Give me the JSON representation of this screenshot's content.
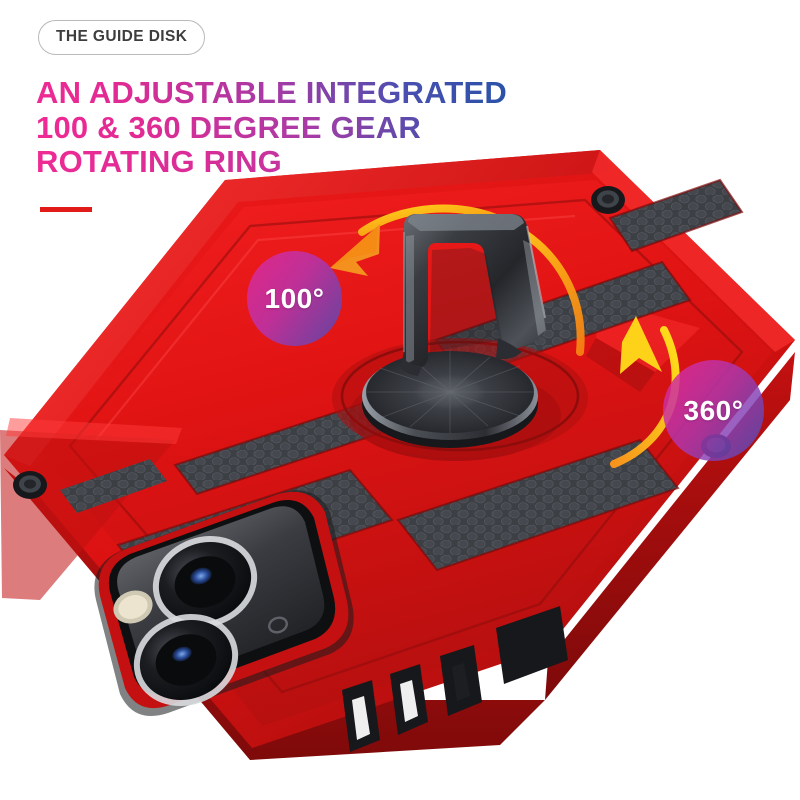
{
  "header": {
    "tag_label": "THE GUIDE DISK",
    "headline_line1": "AN ADJUSTABLE INTEGRATED",
    "headline_line2": "100 & 360 DEGREE GEAR",
    "headline_line3": "ROTATING RING"
  },
  "callouts": [
    {
      "id": "badge-100",
      "label": "100°"
    },
    {
      "id": "badge-360",
      "label": "360°"
    }
  ],
  "product": {
    "name": "phone-case-with-ring-holder",
    "case_color": "#dd1414",
    "ring_color": "#3a3d42"
  },
  "colors": {
    "background": "#ffffff",
    "tag_border": "#b9b9b9",
    "tag_text": "#3d3d3d",
    "headline_gradient_start": "#ef2a94",
    "headline_gradient_end": "#2a52a8",
    "rule_red": "#e01b18",
    "case_red_light": "#f01818",
    "case_red": "#dd1414",
    "case_red_dark": "#8e0c0c",
    "texture_gray": "#4a4d52",
    "arrow_orange": "#f4911e",
    "arrow_yellow": "#ffd21a",
    "badge_magenta": "#e22896",
    "badge_blue": "#484eba"
  }
}
